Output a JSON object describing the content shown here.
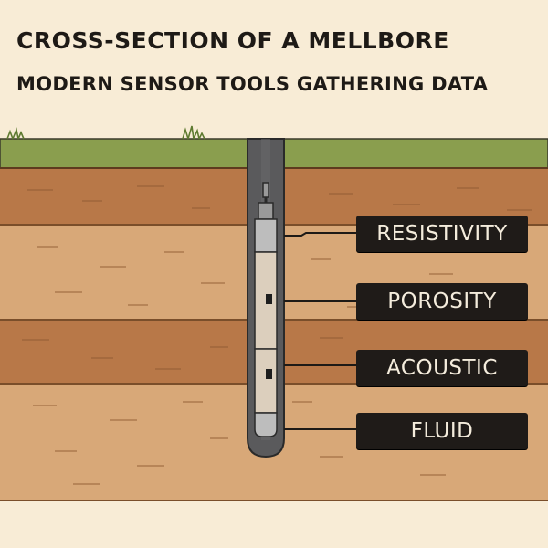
{
  "header": {
    "title": "CROSS-SECTION OF A MELLBORE",
    "subtitle": "MODERN SENSOR TOOLS GATHERING DATA"
  },
  "sensors": [
    {
      "label": "RESISTIVITY"
    },
    {
      "label": "POROSITY"
    },
    {
      "label": "ACOUSTIC"
    },
    {
      "label": "FLUID"
    }
  ],
  "colors": {
    "background": "#f8ecd6",
    "grass": "#8a9e4e",
    "soil_dark": "#b87848",
    "soil_light": "#d8a878",
    "casing": "#5a5a5c",
    "tool_body": "#dccfbd",
    "label_bg": "#1f1b18",
    "label_text": "#f4ecdc"
  }
}
